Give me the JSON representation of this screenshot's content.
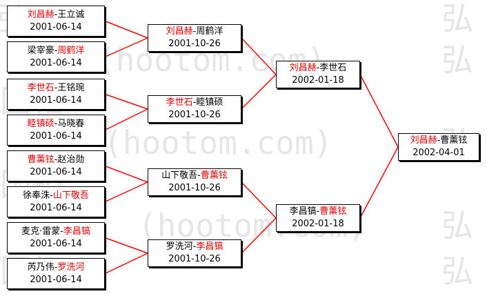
{
  "colors": {
    "line": "#ff0000",
    "winner": "#e00000",
    "text": "#000000",
    "border": "#000000",
    "watermark": "#e6e6e6"
  },
  "watermark": {
    "text": "(hootom.com)",
    "rows": [
      "弘",
      "国相",
      "(hootom.com)",
      "弘",
      "国相"
    ]
  },
  "bracket": {
    "round1": [
      {
        "p1": "刘昌赫",
        "sep": "-",
        "p2": "王立诚",
        "winner": 1,
        "date": "2001-06-14"
      },
      {
        "p1": "梁宰豪",
        "sep": "-",
        "p2": "周鹤洋",
        "winner": 2,
        "date": "2001-06-14"
      },
      {
        "p1": "李世石",
        "sep": "-",
        "p2": "王铭琬",
        "winner": 1,
        "date": "2001-06-14"
      },
      {
        "p1": "睦镇硕",
        "sep": "-",
        "p2": "马晓春",
        "winner": 1,
        "date": "2001-06-14"
      },
      {
        "p1": "曹薰铉",
        "sep": "-",
        "p2": "赵治勋",
        "winner": 1,
        "date": "2001-06-14"
      },
      {
        "p1": "徐奉洙",
        "sep": "-",
        "p2": "山下敬吾",
        "winner": 2,
        "date": "2001-06-14"
      },
      {
        "p1": "麦克·雷蒙",
        "sep": "-",
        "p2": "李昌镐",
        "winner": 2,
        "date": "2001-06-14"
      },
      {
        "p1": "芮乃伟",
        "sep": "-",
        "p2": "罗洗河",
        "winner": 2,
        "date": "2001-06-14"
      }
    ],
    "round2": [
      {
        "p1": "刘昌赫",
        "sep": "-",
        "p2": "周鹤洋",
        "winner": 1,
        "date": "2001-10-26"
      },
      {
        "p1": "李世石",
        "sep": "-",
        "p2": "睦镇硕",
        "winner": 1,
        "date": "2001-10-26"
      },
      {
        "p1": "山下敬吾",
        "sep": "-",
        "p2": "曹薰铉",
        "winner": 2,
        "date": "2001-10-26"
      },
      {
        "p1": "罗洗河",
        "sep": "-",
        "p2": "李昌镐",
        "winner": 2,
        "date": "2001-10-26"
      }
    ],
    "semifinal": [
      {
        "p1": "刘昌赫",
        "sep": "-",
        "p2": "李世石",
        "winner": 1,
        "date": "2002-01-18"
      },
      {
        "p1": "李昌镐",
        "sep": "-",
        "p2": "曹薰铉",
        "winner": 2,
        "date": "2002-01-18"
      }
    ],
    "final": [
      {
        "p1": "刘昌赫",
        "sep": "-",
        "p2": "曹薰铉",
        "winner": 1,
        "date": "2002-04-01"
      }
    ]
  }
}
